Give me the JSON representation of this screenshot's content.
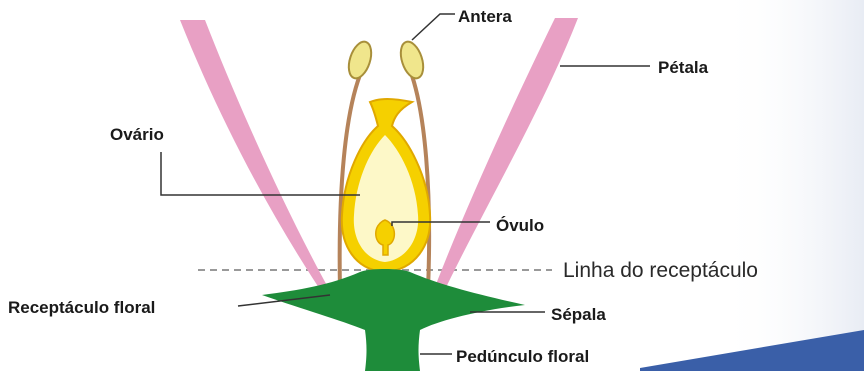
{
  "labels": {
    "anther": "Antera",
    "petal": "Pétala",
    "ovary": "Ovário",
    "ovule": "Óvulo",
    "receptacle_line": "Linha do receptáculo",
    "floral_receptacle": "Receptáculo floral",
    "sepal": "Sépala",
    "peduncle": "Pedúnculo floral"
  },
  "colors": {
    "petal": "#e8a0c4",
    "stamen_filament": "#b5835a",
    "anther": "#f0e68c",
    "ovary_outer": "#f5d000",
    "ovary_inner": "#fdf8c8",
    "sepal": "#1e8c3a",
    "leader_line": "#333333",
    "dashed_line": "#999999",
    "corner_accent": "#3a5fa8"
  }
}
